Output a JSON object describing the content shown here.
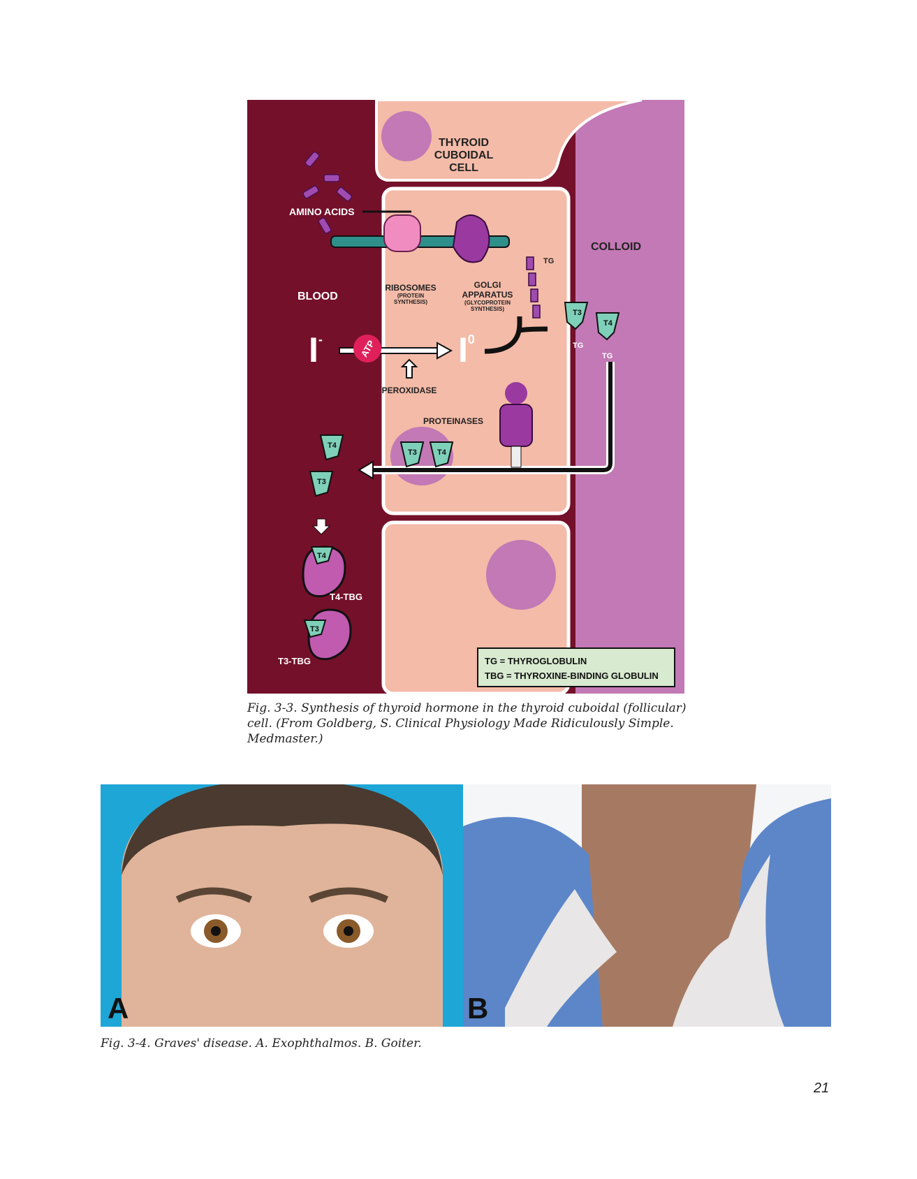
{
  "figure1": {
    "labels": {
      "cell": [
        "THYROID",
        "CUBOIDAL",
        "CELL"
      ],
      "amino_acids": "AMINO ACIDS",
      "blood": "BLOOD",
      "colloid": "COLLOID",
      "ribosomes": "RIBOSOMES",
      "ribosomes_sub": [
        "(PROTEIN",
        "SYNTHESIS)"
      ],
      "golgi": [
        "GOLGI",
        "APPARATUS"
      ],
      "golgi_sub": [
        "(GLYCOPROTEIN",
        "SYNTHESIS)"
      ],
      "tg": "TG",
      "iodide": "I",
      "iodide_sup": "-",
      "iodine": "I",
      "iodine_sup": "0",
      "atp": "ATP",
      "peroxidase": "PEROXIDASE",
      "proteinases": "PROTEINASES",
      "t3": "T3",
      "t4": "T4",
      "t4_tbg": "T4-TBG",
      "t3_tbg": "T3-TBG"
    },
    "legend": [
      "TG = THYROGLOBULIN",
      "TBG = THYROXINE-BINDING GLOBULIN"
    ],
    "caption": "Fig. 3-3. Synthesis of thyroid hormone in the thyroid cuboidal (follicular) cell. (From Goldberg, S. Clinical Physiology Made Ridiculously Simple. Medmaster.)"
  },
  "figure2": {
    "label_a": "A",
    "label_b": "B",
    "caption": "Fig. 3-4. Graves' disease. A. Exophthalmos. B. Goiter."
  },
  "page_number": "21",
  "colors": {
    "blood": "#74102a",
    "cell": "#f4bba8",
    "colloid": "#c279b5",
    "nucleus": "#c279b5"
  }
}
